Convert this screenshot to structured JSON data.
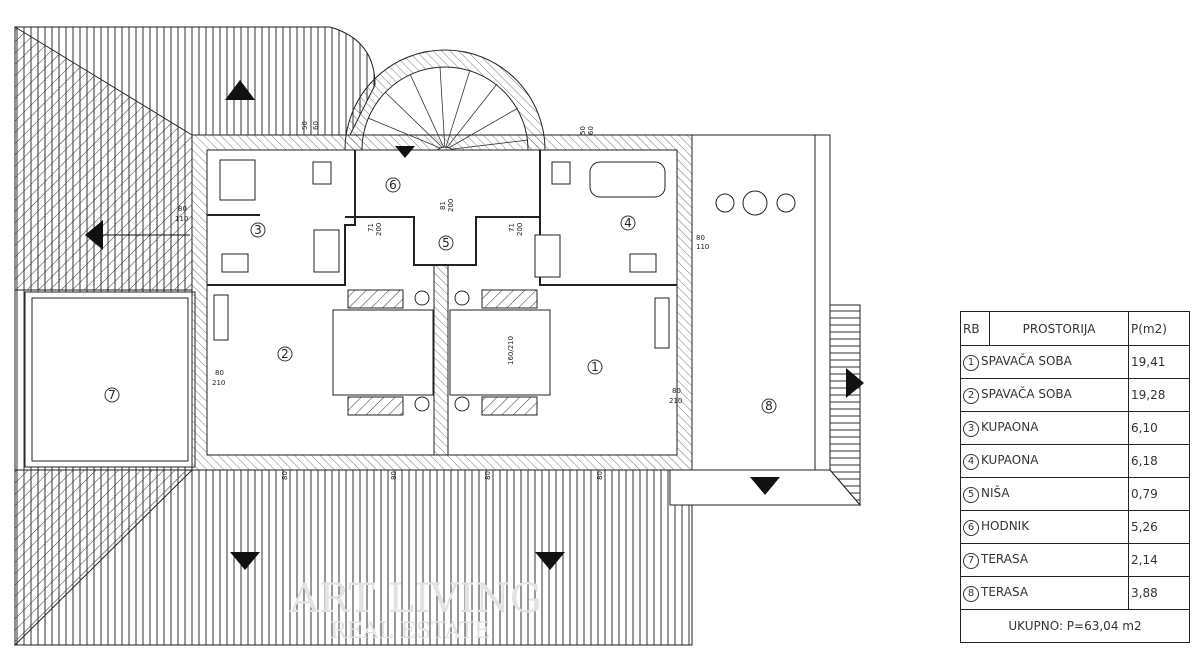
{
  "plan": {
    "room_numbers": [
      "1",
      "2",
      "3",
      "4",
      "5",
      "6",
      "7",
      "8"
    ],
    "bed_label": "160/210",
    "dimensions": {
      "win_80_110": "80",
      "win_110": "110",
      "door_71": "71",
      "door_200": "200",
      "door_81": "81",
      "door_80": "80",
      "door_210": "210",
      "win_50": "50",
      "win_60": "60"
    },
    "watermark": {
      "line1": "ART LIVING",
      "line2": "REAL ESTATE"
    }
  },
  "legend": {
    "headers": {
      "rb": "RB",
      "room": "PROSTORIJA",
      "area": "P(m2)"
    },
    "rows": [
      {
        "rb": "1",
        "room": "SPAVAČA SOBA",
        "area": "19,41"
      },
      {
        "rb": "2",
        "room": "SPAVAČA SOBA",
        "area": "19,28"
      },
      {
        "rb": "3",
        "room": "KUPAONA",
        "area": "6,10"
      },
      {
        "rb": "4",
        "room": "KUPAONA",
        "area": "6,18"
      },
      {
        "rb": "5",
        "room": "NIŠA",
        "area": "0,79"
      },
      {
        "rb": "6",
        "room": "HODNIK",
        "area": "5,26"
      },
      {
        "rb": "7",
        "room": "TERASA",
        "area": "2,14"
      },
      {
        "rb": "8",
        "room": "TERASA",
        "area": "3,88"
      }
    ],
    "total": "UKUPNO:  P=63,04  m2"
  }
}
